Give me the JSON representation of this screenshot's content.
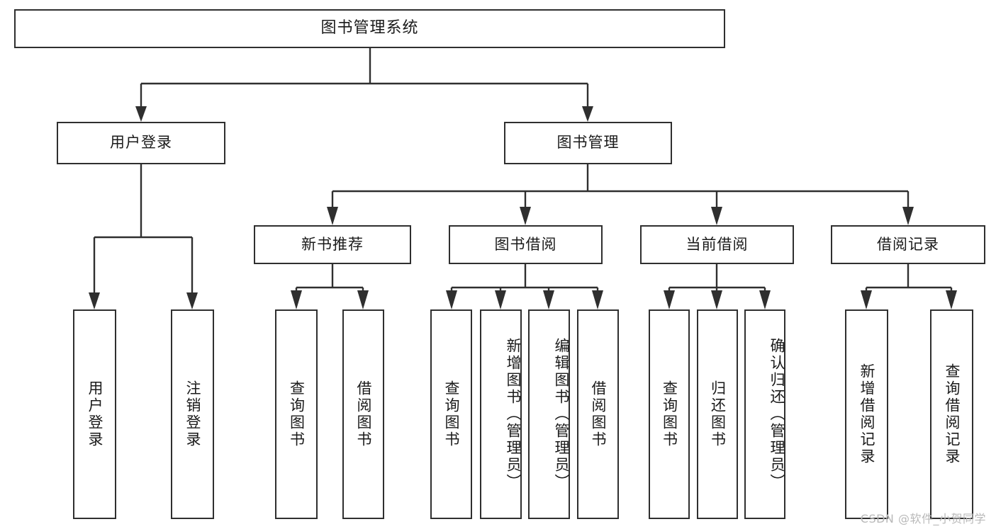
{
  "diagram": {
    "type": "tree",
    "title": "图书管理系统",
    "watermark": "CSDN @软件_小贺同学",
    "colors": {
      "box_border": "#2f2f2f",
      "box_fill": "#ffffff",
      "wire": "#2f2f2f",
      "text": "#1a1a1a",
      "watermark": "#b9b9b9"
    },
    "root": {
      "label": "图书管理系统"
    },
    "level2": [
      {
        "id": "user-login",
        "label": "用户登录"
      },
      {
        "id": "book-manage",
        "label": "图书管理"
      }
    ],
    "level3": [
      {
        "id": "new-book-recommend",
        "label": "新书推荐"
      },
      {
        "id": "book-borrow",
        "label": "图书借阅"
      },
      {
        "id": "current-borrow",
        "label": "当前借阅"
      },
      {
        "id": "borrow-record",
        "label": "借阅记录"
      }
    ],
    "leaves": {
      "user_login": [
        {
          "id": "leaf-user-login",
          "label": "用户登录"
        },
        {
          "id": "leaf-user-logout",
          "label": "注销登录"
        }
      ],
      "new_book_recommend": [
        {
          "id": "leaf-query-book-1",
          "label": "查询图书"
        },
        {
          "id": "leaf-borrow-book-1",
          "label": "借阅图书"
        }
      ],
      "book_borrow": [
        {
          "id": "leaf-query-book-2",
          "label": "查询图书"
        },
        {
          "id": "leaf-add-book",
          "label": "新增图书（管理员）"
        },
        {
          "id": "leaf-edit-book",
          "label": "编辑图书（管理员）"
        },
        {
          "id": "leaf-borrow-book-2",
          "label": "借阅图书"
        }
      ],
      "current_borrow": [
        {
          "id": "leaf-query-book-3",
          "label": "查询图书"
        },
        {
          "id": "leaf-return-book",
          "label": "归还图书"
        },
        {
          "id": "leaf-confirm-return",
          "label": "确认归还（管理员）"
        }
      ],
      "borrow_record": [
        {
          "id": "leaf-add-record",
          "label": "新增借阅记录"
        },
        {
          "id": "leaf-query-record",
          "label": "查询借阅记录"
        }
      ]
    }
  }
}
